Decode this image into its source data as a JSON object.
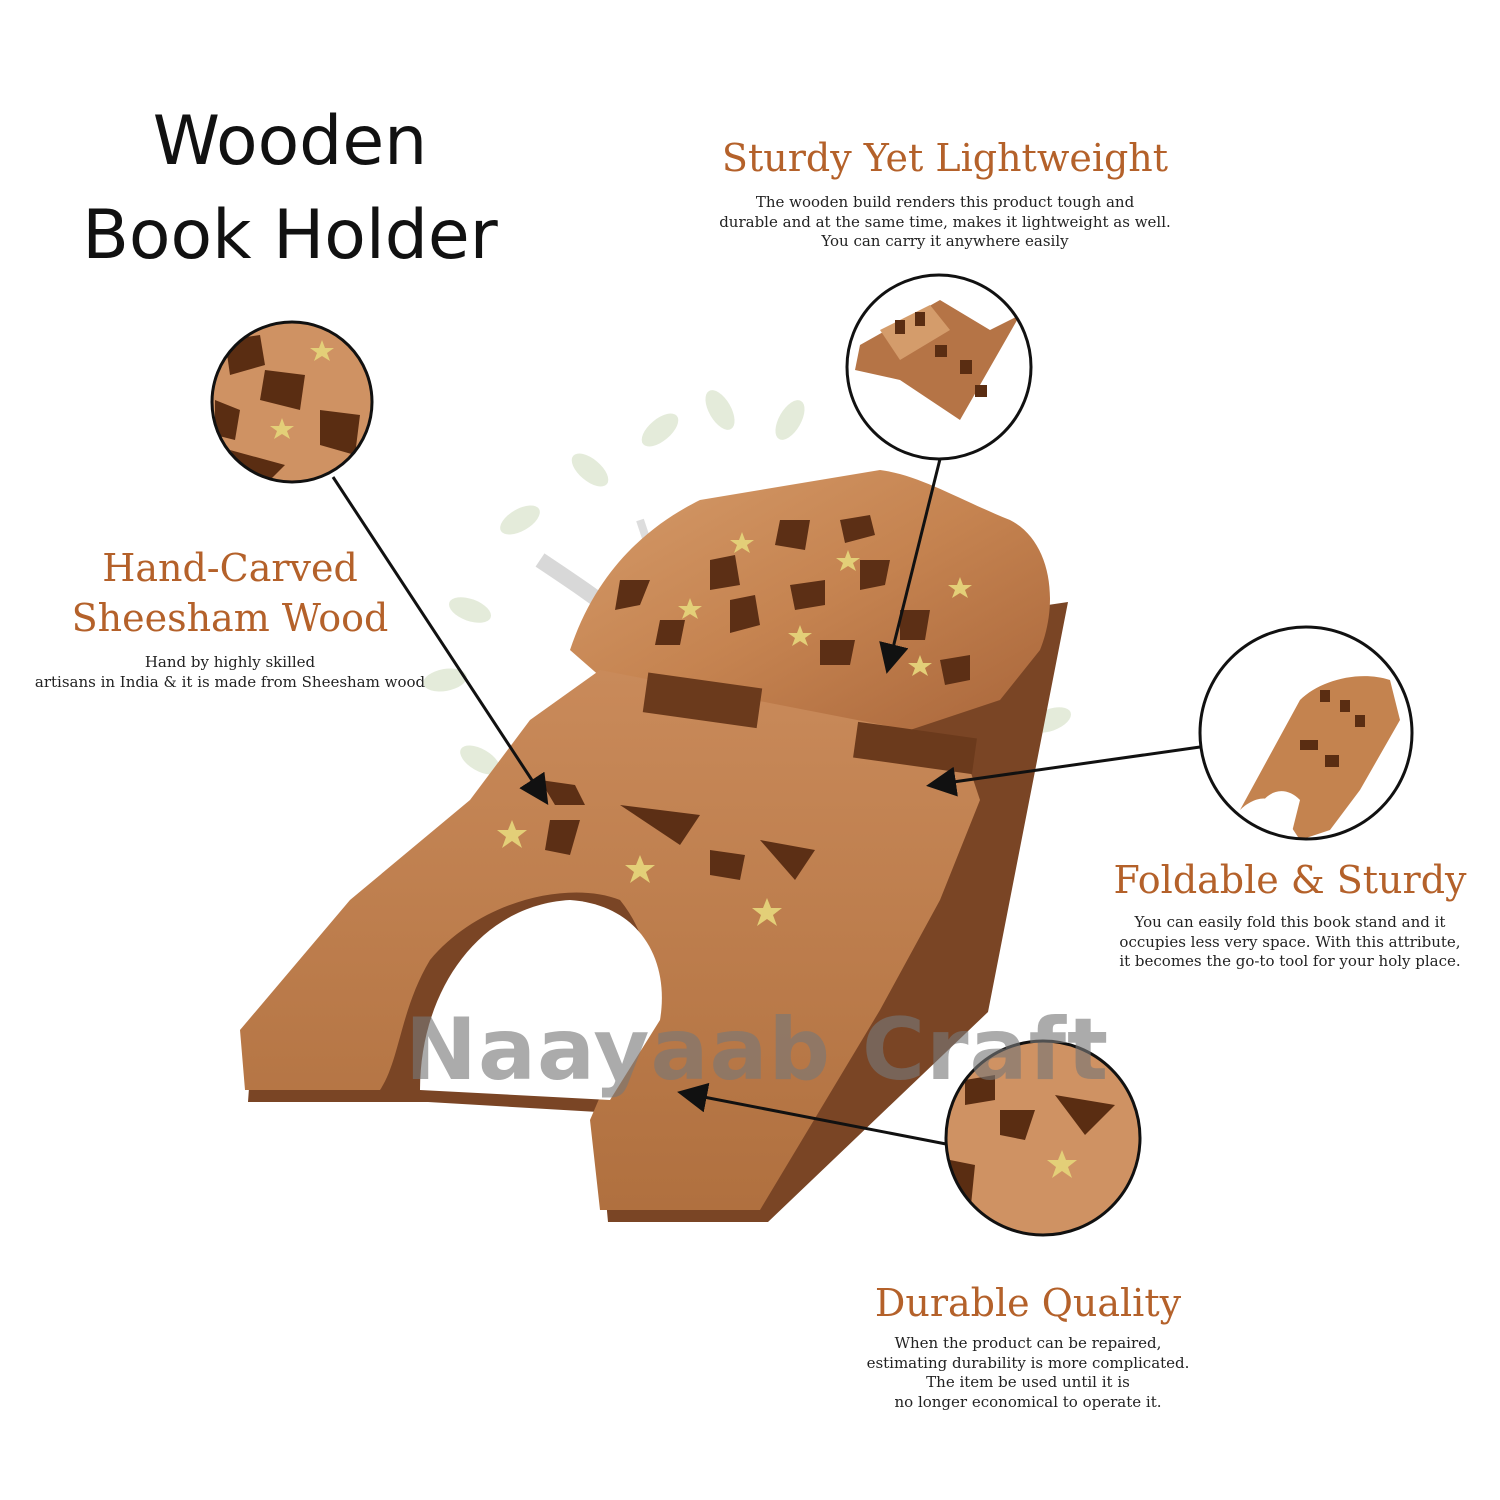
{
  "title": {
    "line1": "Wooden",
    "line2": "Book Holder"
  },
  "watermark": "Naayaab Craft",
  "colors": {
    "heading": "#b4612a",
    "wood_light": "#c98a5a",
    "wood_dark": "#8a4e27",
    "inlay": "#d9c36a"
  },
  "features": {
    "sturdy": {
      "heading": "Sturdy Yet Lightweight",
      "lines": [
        "The wooden build renders this product tough and",
        "durable and at the same time, makes it lightweight as well.",
        "You can carry it anywhere easily"
      ]
    },
    "hand_carved": {
      "heading_line1": "Hand-Carved",
      "heading_line2": "Sheesham Wood",
      "lines": [
        "Hand by highly skilled",
        "artisans in India & it is made from Sheesham wood"
      ]
    },
    "foldable": {
      "heading": "Foldable & Sturdy",
      "lines": [
        "You can easily fold this book stand and it",
        "occupies less very space. With this attribute,",
        "it becomes the go-to tool for your holy place."
      ]
    },
    "durable": {
      "heading": "Durable Quality",
      "lines": [
        "When the product can be repaired,",
        "estimating durability is more complicated.",
        "The item be used until it is",
        "no longer economical to operate it."
      ]
    }
  }
}
